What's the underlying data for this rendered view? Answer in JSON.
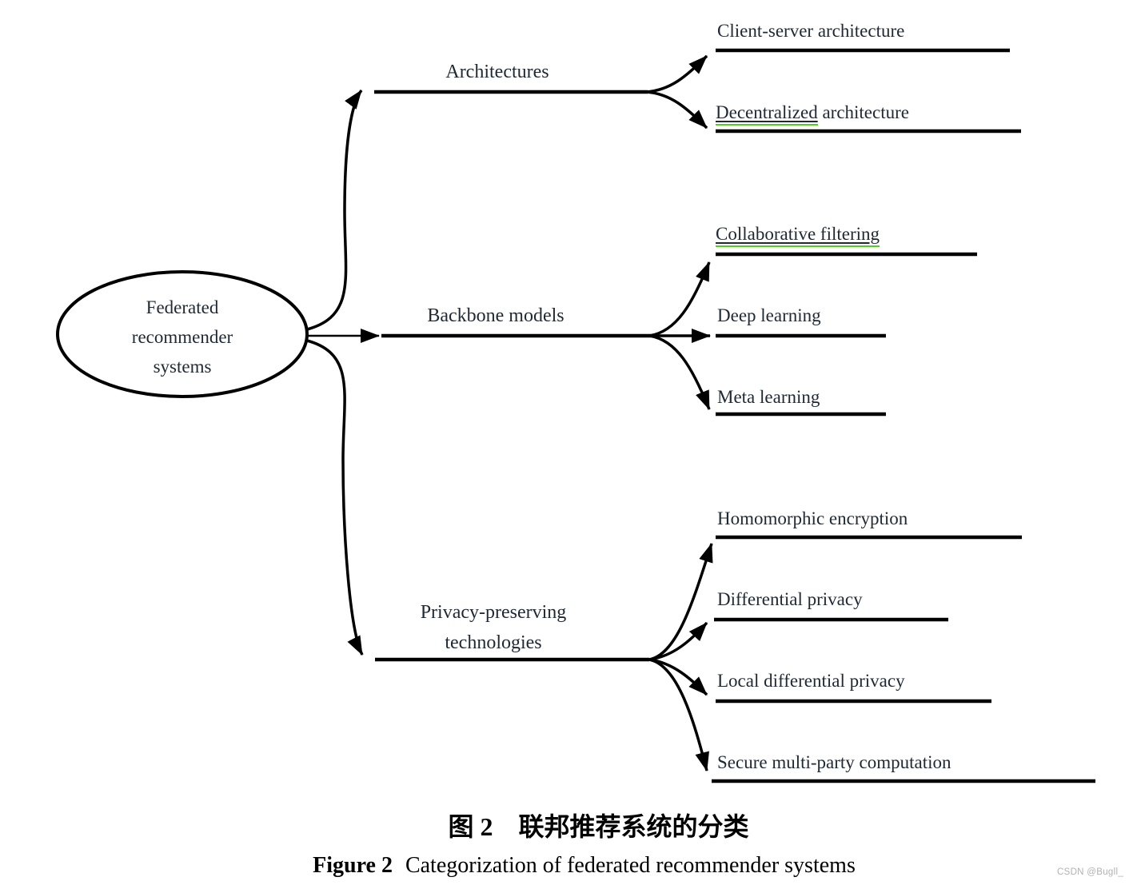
{
  "root": {
    "line1": "Federated",
    "line2": "recommender",
    "line3": "systems"
  },
  "branches": {
    "architectures": {
      "label": "Architectures",
      "children": {
        "client_server": {
          "label": "Client-server architecture"
        },
        "decentralized": {
          "underlined": "Decentralized",
          "rest": " architecture"
        }
      }
    },
    "backbone": {
      "label": "Backbone models",
      "children": {
        "collaborative": {
          "underlined": "Collaborative filtering",
          "rest": ""
        },
        "deep": {
          "label": "Deep learning"
        },
        "meta": {
          "label": "Meta learning"
        }
      }
    },
    "privacy": {
      "label_line1": "Privacy-preserving",
      "label_line2": "technologies",
      "children": {
        "homomorphic": {
          "label": "Homomorphic encryption"
        },
        "differential": {
          "label": "Differential privacy"
        },
        "local_dp": {
          "label": "Local differential privacy"
        },
        "smpc": {
          "label": "Secure multi-party computation"
        }
      }
    }
  },
  "caption": {
    "chinese": "图 2　联邦推荐系统的分类",
    "figure_label": "Figure 2",
    "figure_text": "Categorization of federated recommender systems"
  },
  "watermark": "CSDN @Bugll_",
  "colors": {
    "text": "#1e2933",
    "line": "#000000",
    "green_underline": "#55cc22",
    "watermark_gray": "#b2b2b2"
  }
}
